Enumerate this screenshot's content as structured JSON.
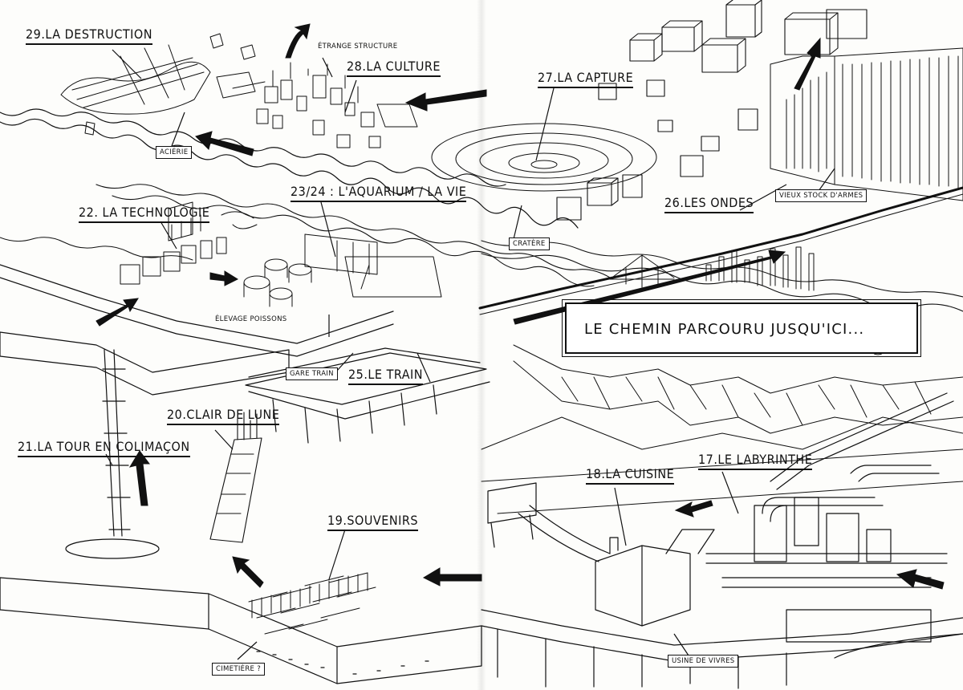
{
  "banner": {
    "text": "LE CHEMIN PARCOURU JUSQU'ICI..."
  },
  "places": [
    {
      "key": "destruction",
      "label": "29.LA DESTRUCTION"
    },
    {
      "key": "culture",
      "label": "28.LA CULTURE"
    },
    {
      "key": "capture",
      "label": "27.LA CAPTURE"
    },
    {
      "key": "ondes",
      "label": "26.LES ONDES"
    },
    {
      "key": "train",
      "label": "25.LE TRAIN"
    },
    {
      "key": "aquarium",
      "label": "23/24 : L'AQUARIUM / LA VIE"
    },
    {
      "key": "technologie",
      "label": "22. LA TECHNOLOGIE"
    },
    {
      "key": "tour",
      "label": "21.LA TOUR EN COLIMAÇON"
    },
    {
      "key": "clair",
      "label": "20.CLAIR DE LUNE"
    },
    {
      "key": "souvenirs",
      "label": "19.SOUVENIRS"
    },
    {
      "key": "cuisine",
      "label": "18.LA CUISINE"
    },
    {
      "key": "labyrinthe",
      "label": "17.LE LABYRINTHE"
    }
  ],
  "tags": [
    {
      "key": "etrange",
      "label": "ÉTRANGE STRUCTURE"
    },
    {
      "key": "acierie",
      "label": "ACIÉRIE"
    },
    {
      "key": "cratere",
      "label": "CRATÈRE"
    },
    {
      "key": "armes",
      "label": "VIEUX STOCK D'ARMES"
    },
    {
      "key": "poissons",
      "label": "ÉLEVAGE POISSONS"
    },
    {
      "key": "gare",
      "label": "GARE TRAIN"
    },
    {
      "key": "cimetiere",
      "label": "CIMETIÈRE ?"
    },
    {
      "key": "usine",
      "label": "USINE DE VIVRES"
    }
  ]
}
